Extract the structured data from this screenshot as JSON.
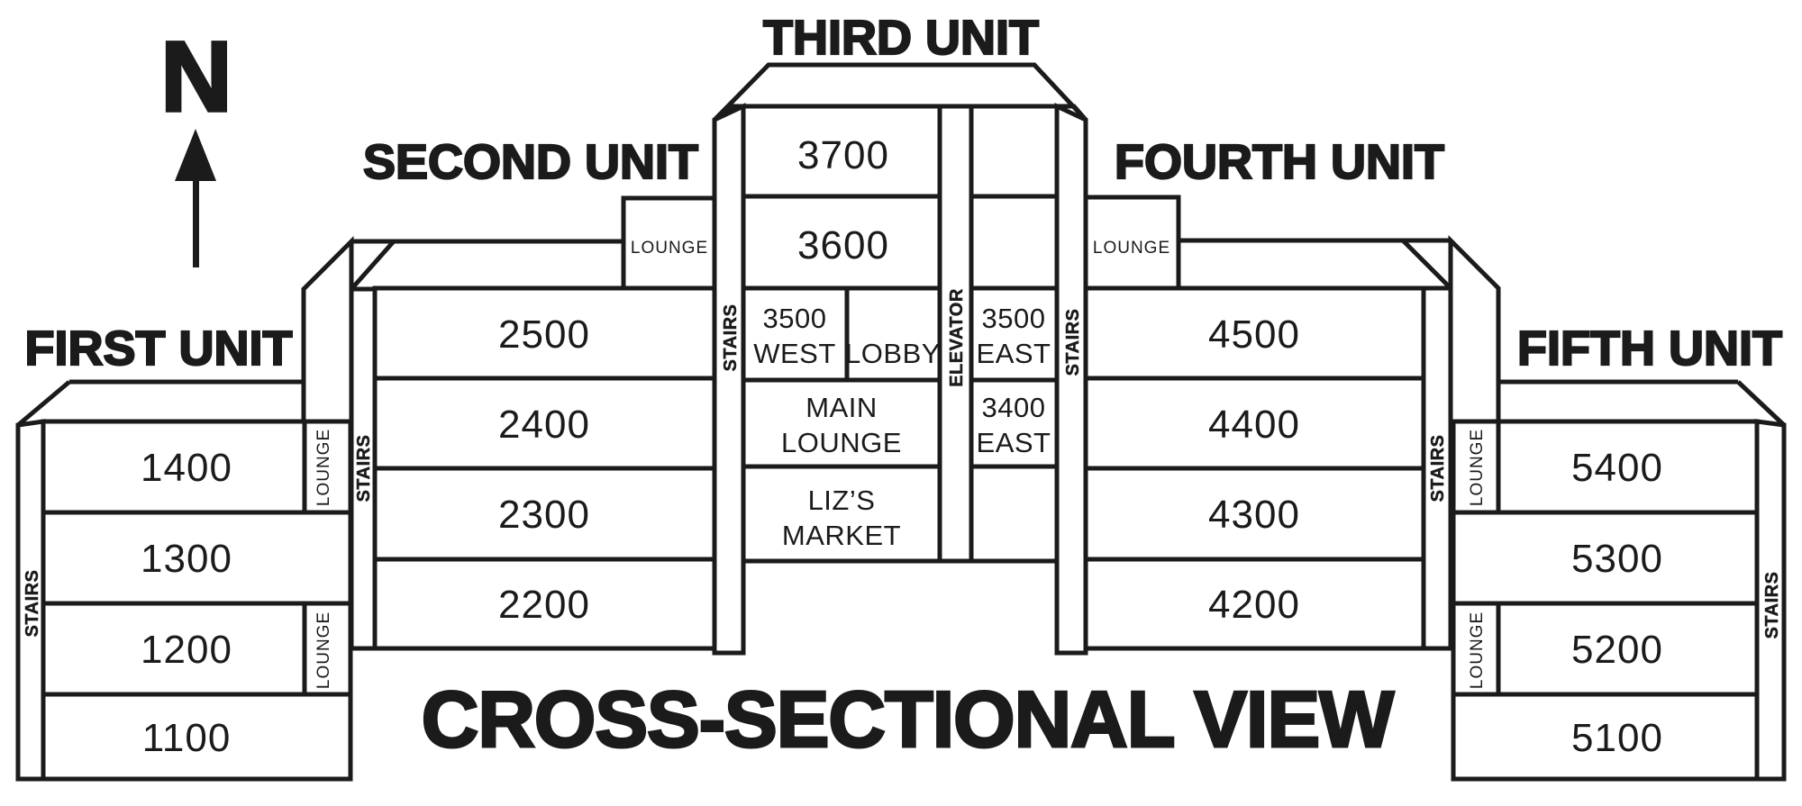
{
  "title": "CROSS-SECTIONAL VIEW",
  "compass": {
    "letter": "N"
  },
  "shared": {
    "stairs": "STAIRS",
    "lounge": "LOUNGE",
    "elevator": "ELEVATOR",
    "lobby": "LOBBY"
  },
  "units": {
    "first": {
      "label": "FIRST UNIT",
      "floors": [
        "1400",
        "1300",
        "1200",
        "1100"
      ]
    },
    "second": {
      "label": "SECOND UNIT",
      "floors": [
        "2500",
        "2400",
        "2300",
        "2200"
      ]
    },
    "third": {
      "label": "THIRD UNIT",
      "floor_3700": "3700",
      "floor_3600": "3600",
      "west": [
        "3500",
        "WEST"
      ],
      "east_upper": [
        "3500",
        "EAST"
      ],
      "east_lower": [
        "3400",
        "EAST"
      ],
      "main_lounge": [
        "MAIN",
        "LOUNGE"
      ],
      "market": [
        "LIZ’S",
        "MARKET"
      ]
    },
    "fourth": {
      "label": "FOURTH UNIT",
      "floors": [
        "4500",
        "4400",
        "4300",
        "4200"
      ]
    },
    "fifth": {
      "label": "FIFTH UNIT",
      "floors": [
        "5400",
        "5300",
        "5200",
        "5100"
      ]
    }
  }
}
